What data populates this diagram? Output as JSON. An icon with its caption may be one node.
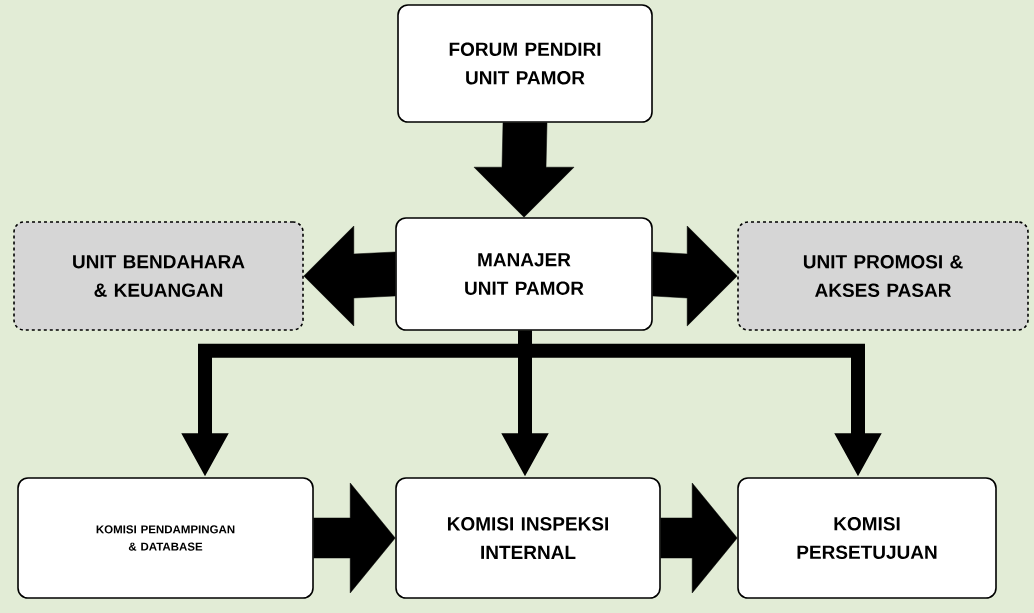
{
  "diagram": {
    "nodes": [
      {
        "text": [
          "FORUM PENDIRI UNIT PAMOR"
        ]
      },
      {
        "text": [
          "MANAJER UNIT PAMOR"
        ]
      },
      {
        "text": [
          "UNIT BENDAHARA & KEUANGAN"
        ]
      },
      {
        "text": [
          "UNIT PROMOSI & AKSES PASAR"
        ]
      },
      {
        "text": [
          "KOMISI PENDAMPINGAN & DATABASE"
        ]
      },
      {
        "text": [
          "KOMISI INSPEKSI INTERNAL"
        ]
      },
      {
        "text": [
          "KOMISI PERSETUJUAN"
        ]
      }
    ],
    "edges": [
      {
        "from": 0,
        "to": 1,
        "arrow": "to"
      },
      {
        "from": 1,
        "to": 2,
        "arrow": "to"
      },
      {
        "from": 1,
        "to": 3,
        "arrow": "to"
      },
      {
        "from": 1,
        "to": 4,
        "arrow": "to"
      },
      {
        "from": 1,
        "to": 5,
        "arrow": "to"
      },
      {
        "from": 1,
        "to": 6,
        "arrow": "to"
      },
      {
        "from": 4,
        "to": 5,
        "arrow": "to"
      },
      {
        "from": 5,
        "to": 6,
        "arrow": "to"
      }
    ]
  }
}
